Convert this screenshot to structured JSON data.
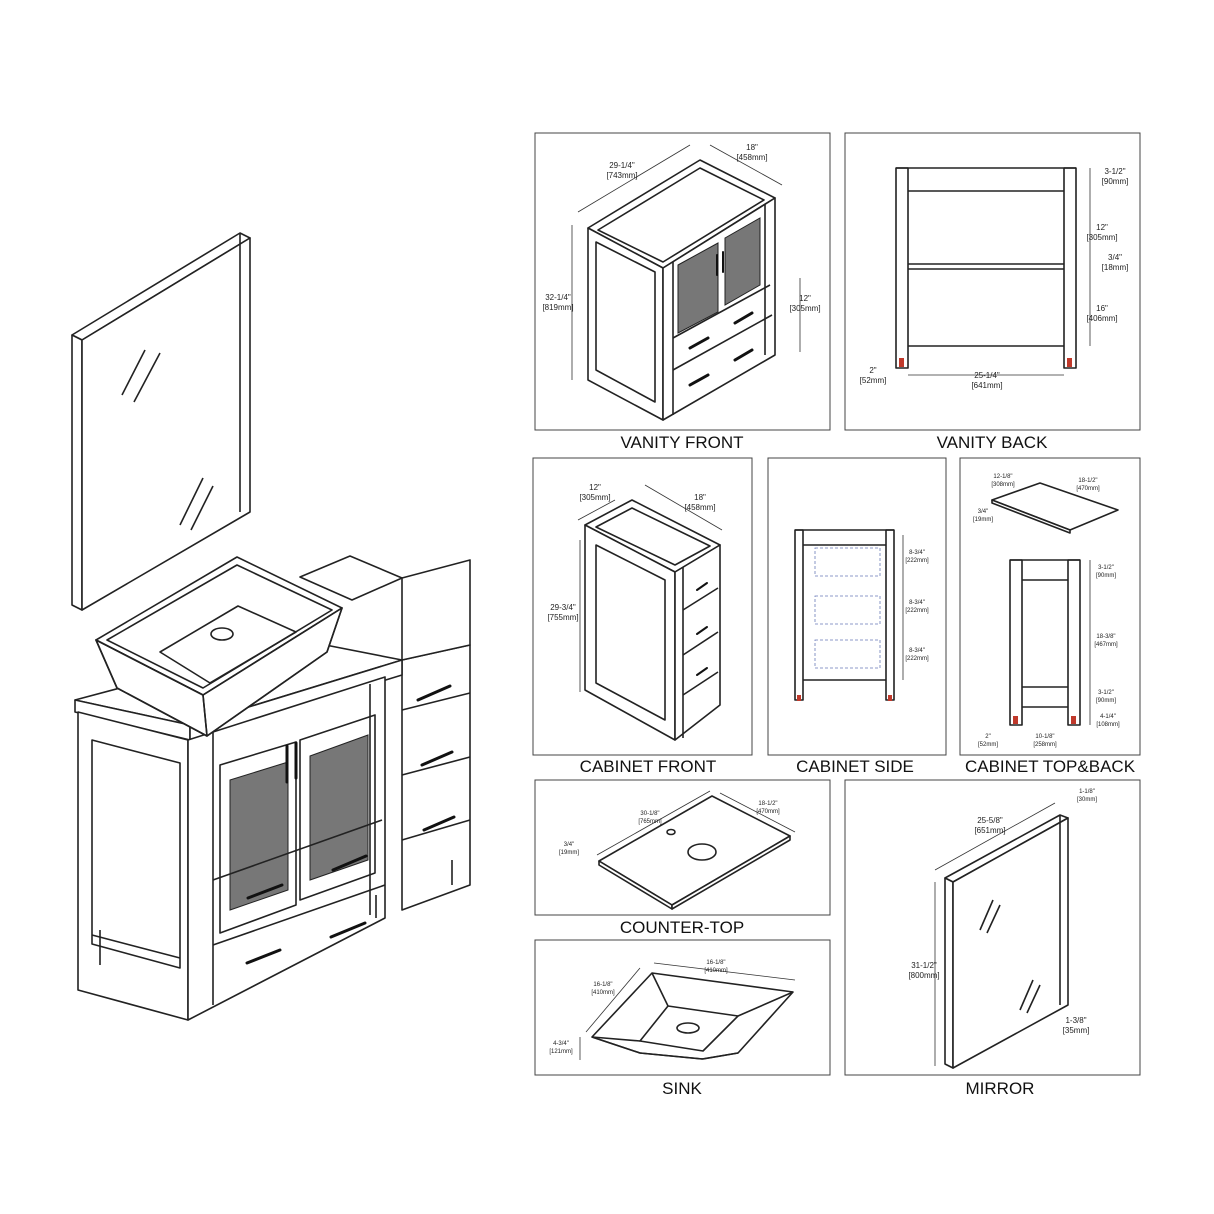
{
  "panels": {
    "vanity_front": {
      "title": "VANITY FRONT",
      "dims": [
        [
          "29-1/4\"",
          "[743mm]"
        ],
        [
          "18\"",
          "[458mm]"
        ],
        [
          "32-1/4\"",
          "[819mm]"
        ],
        [
          "12\"",
          "[305mm]"
        ]
      ]
    },
    "vanity_back": {
      "title": "VANITY BACK",
      "dims": [
        [
          "3-1/2\"",
          "[90mm]"
        ],
        [
          "12\"",
          "[305mm]"
        ],
        [
          "3/4\"",
          "[18mm]"
        ],
        [
          "16\"",
          "[406mm]"
        ],
        [
          "2\"",
          "[52mm]"
        ],
        [
          "25-1/4\"",
          "[641mm]"
        ]
      ]
    },
    "cabinet_front": {
      "title": "CABINET FRONT",
      "dims": [
        [
          "12\"",
          "[305mm]"
        ],
        [
          "18\"",
          "[458mm]"
        ],
        [
          "29-3/4\"",
          "[755mm]"
        ]
      ]
    },
    "cabinet_side": {
      "title": "CABINET SIDE",
      "dims": [
        [
          "8-3/4\"",
          "[222mm]"
        ],
        [
          "8-3/4\"",
          "[222mm]"
        ],
        [
          "8-3/4\"",
          "[222mm]"
        ]
      ]
    },
    "cabinet_top_back": {
      "title": "CABINET TOP&BACK",
      "dims": [
        [
          "12-1/8\"",
          "[308mm]"
        ],
        [
          "18-1/2\"",
          "[470mm]"
        ],
        [
          "3/4\"",
          "[19mm]"
        ],
        [
          "3-1/2\"",
          "[90mm]"
        ],
        [
          "18-3/8\"",
          "[467mm]"
        ],
        [
          "3-1/2\"",
          "[90mm]"
        ],
        [
          "4-1/4\"",
          "[108mm]"
        ],
        [
          "2\"",
          "[52mm]"
        ],
        [
          "10-1/8\"",
          "[258mm]"
        ]
      ]
    },
    "counter_top": {
      "title": "COUNTER-TOP",
      "dims": [
        [
          "30-1/8\"",
          "[765mm]"
        ],
        [
          "18-1/2\"",
          "[470mm]"
        ],
        [
          "3/4\"",
          "[19mm]"
        ]
      ]
    },
    "sink": {
      "title": "SINK",
      "dims": [
        [
          "16-1/8\"",
          "[410mm]"
        ],
        [
          "16-1/8\"",
          "[410mm]"
        ],
        [
          "4-3/4\"",
          "[121mm]"
        ]
      ]
    },
    "mirror": {
      "title": "MIRROR",
      "dims": [
        [
          "1-1/8\"",
          "[30mm]"
        ],
        [
          "25-5/8\"",
          "[651mm]"
        ],
        [
          "31-1/2\"",
          "[800mm]"
        ],
        [
          "1-3/8\"",
          "[35mm]"
        ]
      ]
    }
  },
  "colors": {
    "line": "#222222",
    "foot_marker": "#c0392b",
    "shelf_dash": "#6a7ab8"
  }
}
